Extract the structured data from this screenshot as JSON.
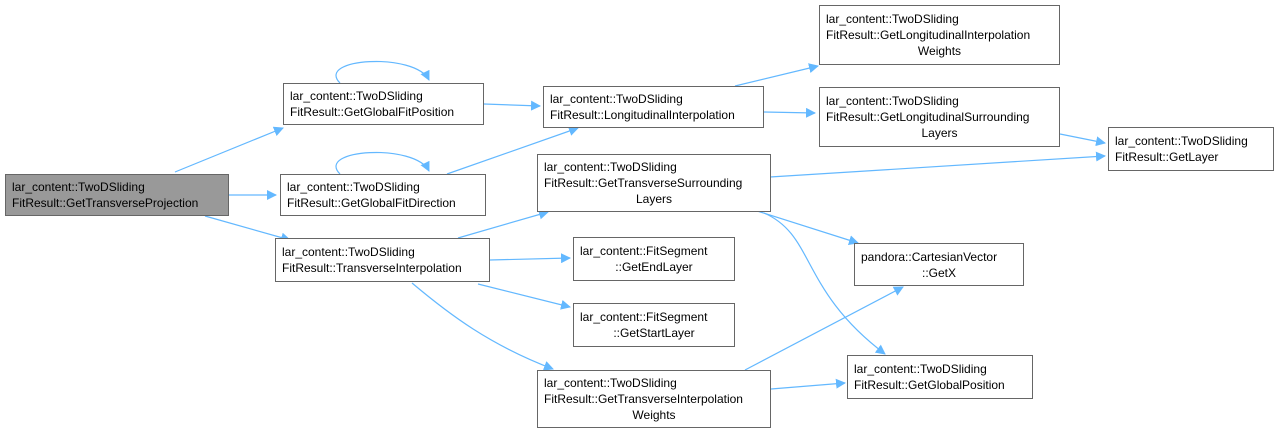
{
  "colors": {
    "edge": "#63b8ff",
    "root_fill": "#999999",
    "node_border": "#666666"
  },
  "nodes": {
    "root": {
      "line1": "lar_content::TwoDSliding",
      "line2": "FitResult::GetTransverseProjection"
    },
    "ggfp": {
      "line1": "lar_content::TwoDSliding",
      "line2": "FitResult::GetGlobalFitPosition"
    },
    "ggfd": {
      "line1": "lar_content::TwoDSliding",
      "line2": "FitResult::GetGlobalFitDirection"
    },
    "ti": {
      "line1": "lar_content::TwoDSliding",
      "line2": "FitResult::TransverseInterpolation"
    },
    "li": {
      "line1": "lar_content::TwoDSliding",
      "line2": "FitResult::LongitudinalInterpolation"
    },
    "gtsl": {
      "line1": "lar_content::TwoDSliding",
      "line2": "FitResult::GetTransverseSurrounding",
      "line3": "Layers"
    },
    "fsend": {
      "line1": "lar_content::FitSegment",
      "line2": "::GetEndLayer"
    },
    "fsstart": {
      "line1": "lar_content::FitSegment",
      "line2": "::GetStartLayer"
    },
    "gtiw": {
      "line1": "lar_content::TwoDSliding",
      "line2": "FitResult::GetTransverseInterpolation",
      "line3": "Weights"
    },
    "gliw": {
      "line1": "lar_content::TwoDSliding",
      "line2": "FitResult::GetLongitudinalInterpolation",
      "line3": "Weights"
    },
    "glsl": {
      "line1": "lar_content::TwoDSliding",
      "line2": "FitResult::GetLongitudinalSurrounding",
      "line3": "Layers"
    },
    "gl": {
      "line1": "lar_content::TwoDSliding",
      "line2": "FitResult::GetLayer"
    },
    "getx": {
      "line1": "pandora::CartesianVector",
      "line2": "::GetX"
    },
    "ggp": {
      "line1": "lar_content::TwoDSliding",
      "line2": "FitResult::GetGlobalPosition"
    }
  }
}
